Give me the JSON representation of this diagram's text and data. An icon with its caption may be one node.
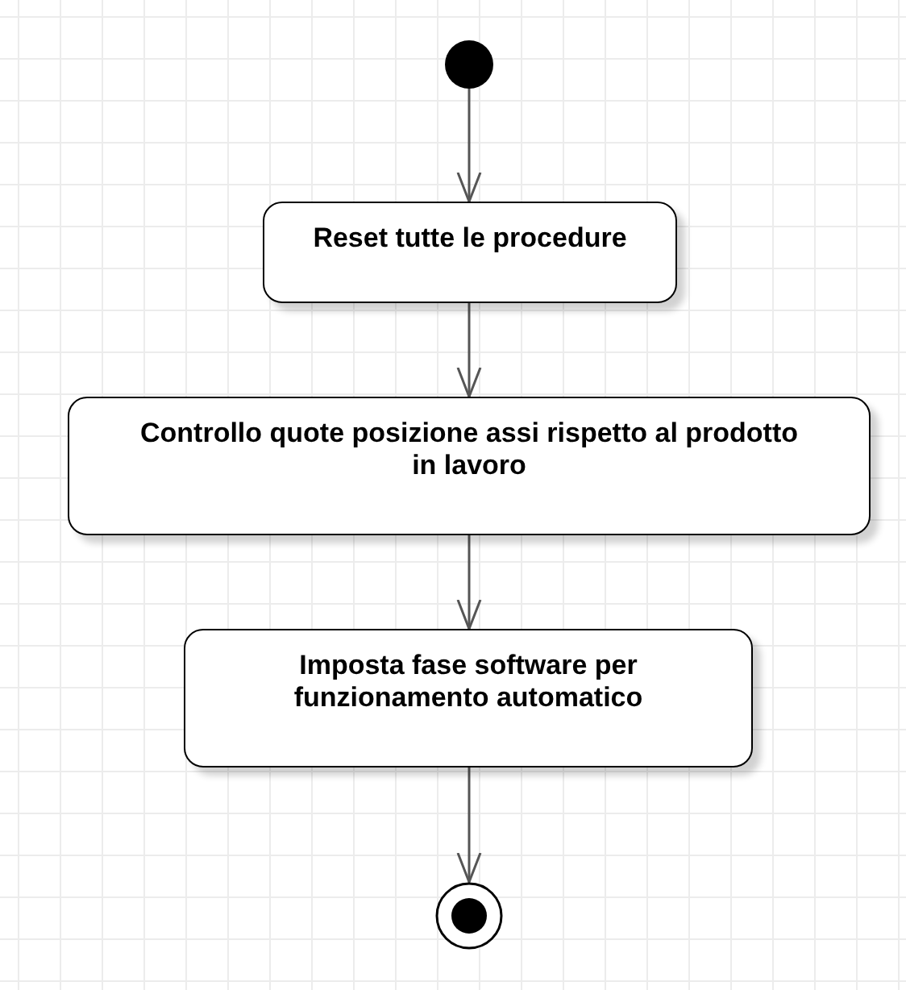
{
  "diagram": {
    "nodes": [
      {
        "text": [],
        "shape": "circle"
      },
      {
        "text": [
          "Reset tutte le procedure"
        ]
      },
      {
        "text": [
          "Controllo quote posizione assi rispetto al prodotto in lavoro"
        ]
      },
      {
        "text": [
          "Imposta fase software per funzionamento automatico"
        ]
      },
      {
        "text": [],
        "shape": "bullseye"
      }
    ],
    "edges": [
      {
        "from": 0,
        "to": 1,
        "arrow": "to"
      },
      {
        "from": 1,
        "to": 2,
        "arrow": "to"
      },
      {
        "from": 2,
        "to": 3,
        "arrow": "to"
      },
      {
        "from": 3,
        "to": 4,
        "arrow": "to"
      }
    ]
  }
}
